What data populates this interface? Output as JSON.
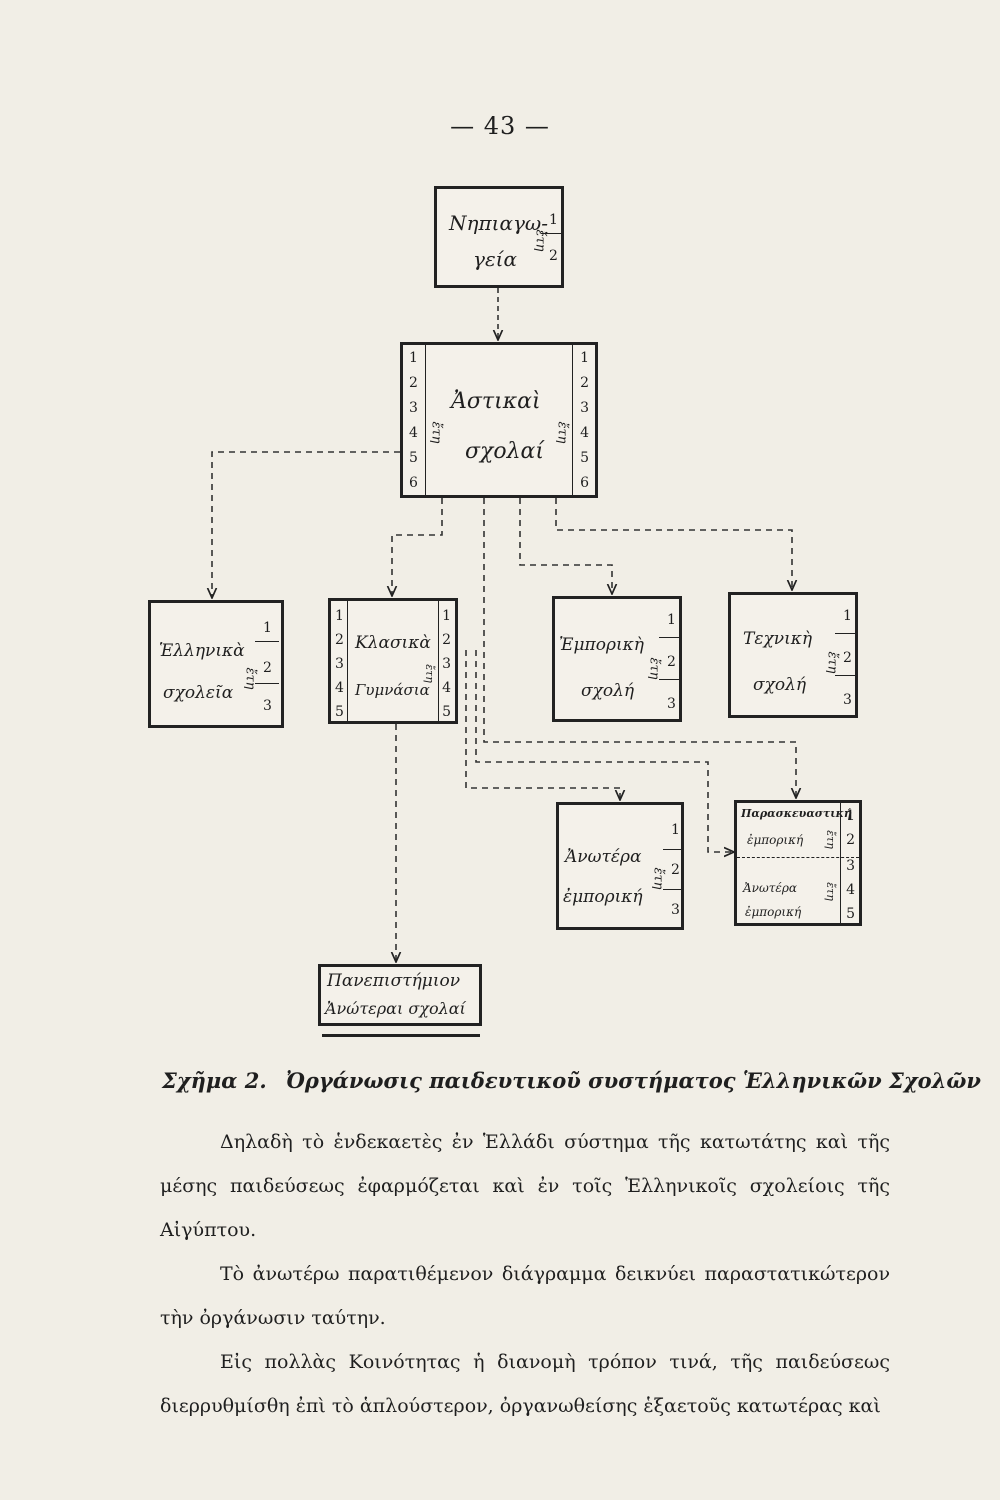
{
  "page": {
    "number": "— 43 —"
  },
  "diagram": {
    "boxes": {
      "kindergarten": {
        "line1": "Νηπιαγω-",
        "line2": "γεία",
        "years_label": "ἔτη",
        "numbers": [
          "1",
          "2"
        ]
      },
      "primary": {
        "line1": "Ἀστικαὶ",
        "line2": "σχολαί",
        "years_label": "ἔτη",
        "numbers": [
          "1",
          "2",
          "3",
          "4",
          "5",
          "6"
        ]
      },
      "greek_schools": {
        "line1": "Ἑλληνικὰ",
        "line2": "σχολεῖα",
        "years_label": "ἔτη",
        "numbers": [
          "1",
          "2",
          "3"
        ]
      },
      "classical": {
        "line1": "Κλασικὰ",
        "line2": "Γυμνάσια",
        "years_label": "ἔτη",
        "numbers": [
          "1",
          "2",
          "3",
          "4",
          "5"
        ]
      },
      "commercial": {
        "line1": "Ἐμπορικὴ",
        "line2": "σχολή",
        "years_label": "ἔτη",
        "numbers": [
          "1",
          "2",
          "3"
        ]
      },
      "technical": {
        "line1": "Τεχνικὴ",
        "line2": "σχολή",
        "years_label": "ἔτη",
        "numbers": [
          "1",
          "2",
          "3"
        ]
      },
      "higher_commercial": {
        "line1": "Ἀνωτέρα",
        "line2": "ἐμπορική",
        "years_label": "ἔτη",
        "numbers": [
          "1",
          "2",
          "3"
        ]
      },
      "preparatory": {
        "line1": "Παρασκευαστική",
        "line2": "ἐμπορική",
        "line3": "Ἀνωτέρα",
        "line4": "ἐμπορική",
        "years_label": "ἔτη",
        "numbers": [
          "1",
          "2",
          "3",
          "4",
          "5"
        ]
      },
      "university": {
        "line1": "Πανεπιστήμιον",
        "line2": "Ἀνώτεραι σχολαί"
      }
    }
  },
  "caption": {
    "figure": "Σχῆμα 2.",
    "title": "Ὀργάνωσις παιδευτικοῦ συστήματος Ἑλληνικῶν Σχολῶν"
  },
  "body": {
    "p1": "Δηλαδὴ τὸ ἑνδεκαετὲς ἐν Ἑλλάδι σύστημα τῆς κατωτάτης καὶ τῆς μέσης παιδεύσεως ἐφαρμόζεται καὶ ἐν τοῖς Ἑλληνικοῖς σχολείοις τῆς Αἰγύπτου.",
    "p2": "Τὸ ἀνωτέρω παρατιθέμενον διάγραμμα δεικνύει παραστατικώτερον τὴν ὀργάνωσιν ταύτην.",
    "p3": "Εἰς πολλὰς Κοινότητας ἡ διανομὴ τρόπον τινά, τῆς παιδεύσεως διερρυθμίσθη ἐπὶ τὸ ἁπλούστερον, ὀργανωθείσης ἑξαετοῦς κατωτέρας καὶ"
  }
}
